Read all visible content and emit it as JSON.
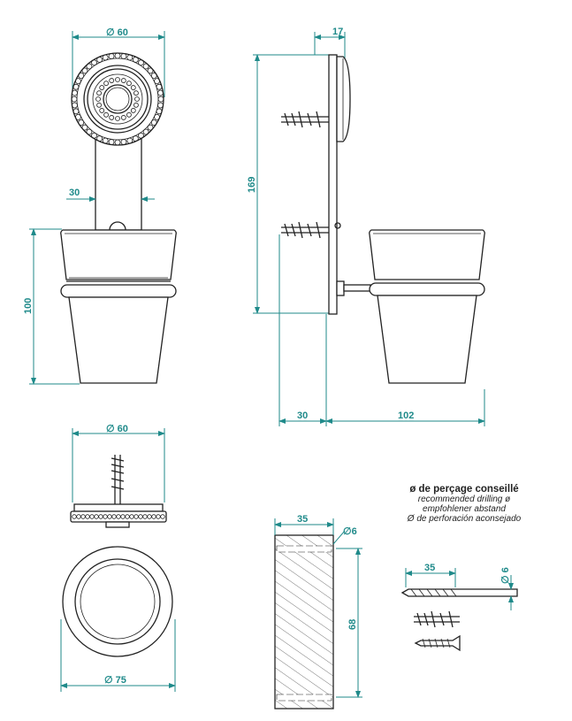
{
  "colors": {
    "dimension": "#1f8a8a",
    "outline": "#222222"
  },
  "front_view": {
    "diameter_label": "∅ 60",
    "arm_label": "30",
    "height_label": "100"
  },
  "side_view": {
    "depth_label": "17",
    "height_label": "169",
    "wall_offset_label": "30",
    "projection_label": "102"
  },
  "top_view": {
    "rosette_label": "∅ 60",
    "cup_label": "∅ 75"
  },
  "wall_section": {
    "depth_label": "35",
    "hole_label": "∅6",
    "spacing_label": "68"
  },
  "drill": {
    "length_label": "35",
    "diameter_label": "∅ 6"
  },
  "note": {
    "title": "ø de perçage conseillé",
    "line_en": "recommended drilling ø",
    "line_de": "empfohlener abstand",
    "line_es": "Ø de perforación aconsejado"
  }
}
